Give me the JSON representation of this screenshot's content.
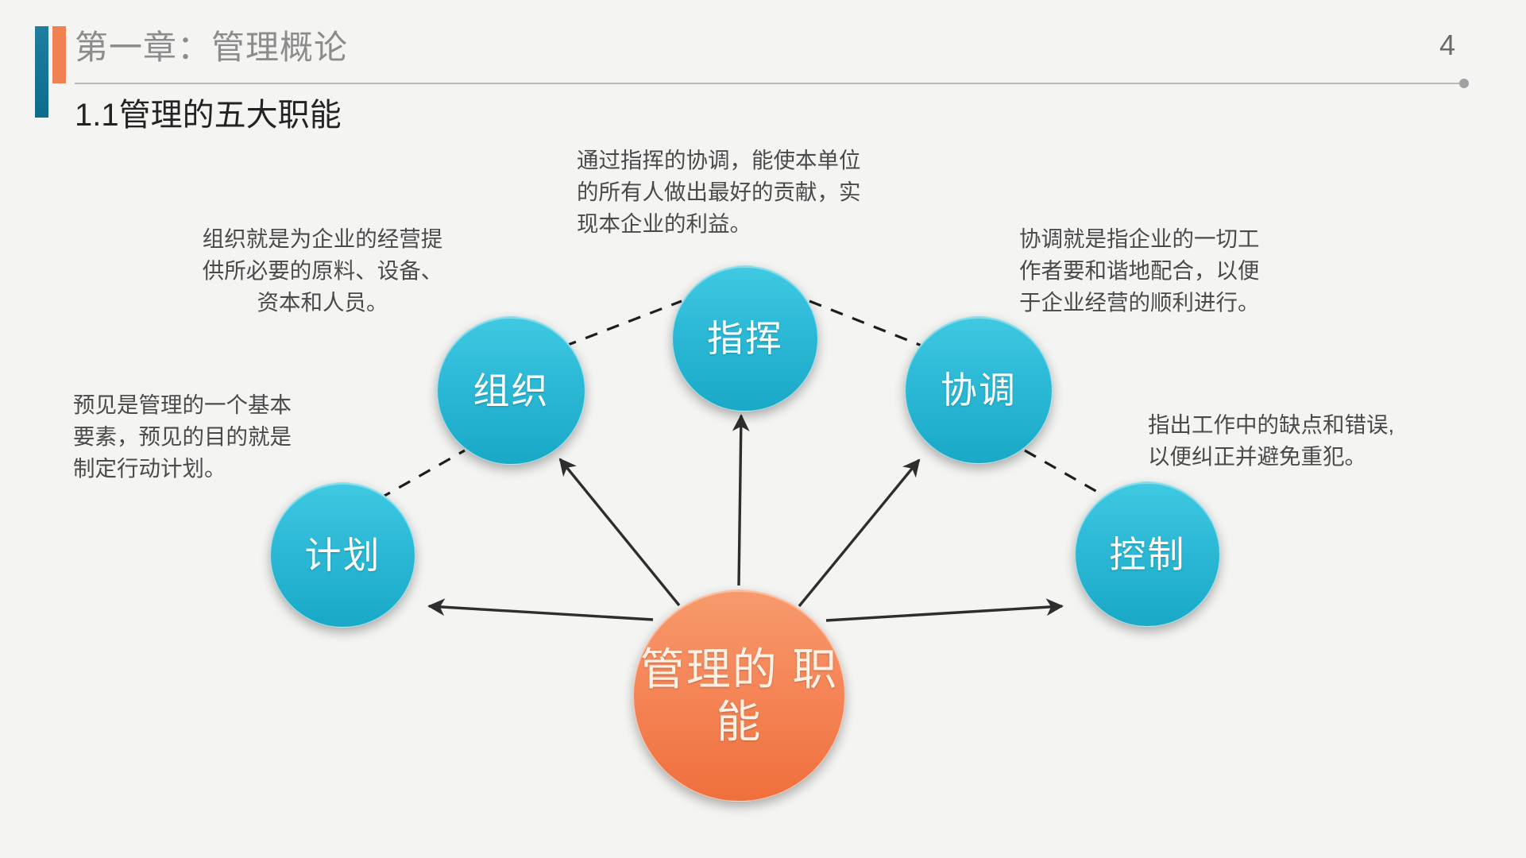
{
  "header": {
    "chapter_title": "第一章：管理概论",
    "section_title": "1.1管理的五大职能",
    "page_number": "4",
    "accent_blue": "#0d6b8c",
    "accent_orange": "#ef8153"
  },
  "diagram": {
    "center": {
      "label": "管理的\n职能",
      "color": "#f5844f"
    },
    "nodes": [
      {
        "id": "jihua",
        "label": "计划",
        "color": "#2cb9d6"
      },
      {
        "id": "zuzhi",
        "label": "组织",
        "color": "#2cb9d6"
      },
      {
        "id": "zhihui",
        "label": "指挥",
        "color": "#2cb9d6"
      },
      {
        "id": "xietiao",
        "label": "协调",
        "color": "#2cb9d6"
      },
      {
        "id": "kongzhi",
        "label": "控制",
        "color": "#2cb9d6"
      }
    ],
    "callouts": {
      "jihua": "预见是管理的一个基本\n要素，预见的目的就是\n制定行动计划。",
      "zuzhi": "组织就是为企业的经营提\n供所必要的原料、设备、\n资本和人员。",
      "zhihui": "通过指挥的协调，能使本单位\n的所有人做出最好的贡献，实\n现本企业的利益。",
      "xietiao": "协调就是指企业的一切工\n作者要和谐地配合，以便\n于企业经营的顺利进行。",
      "kongzhi": "指出工作中的缺点和错误,\n以便纠正并避免重犯。"
    }
  }
}
